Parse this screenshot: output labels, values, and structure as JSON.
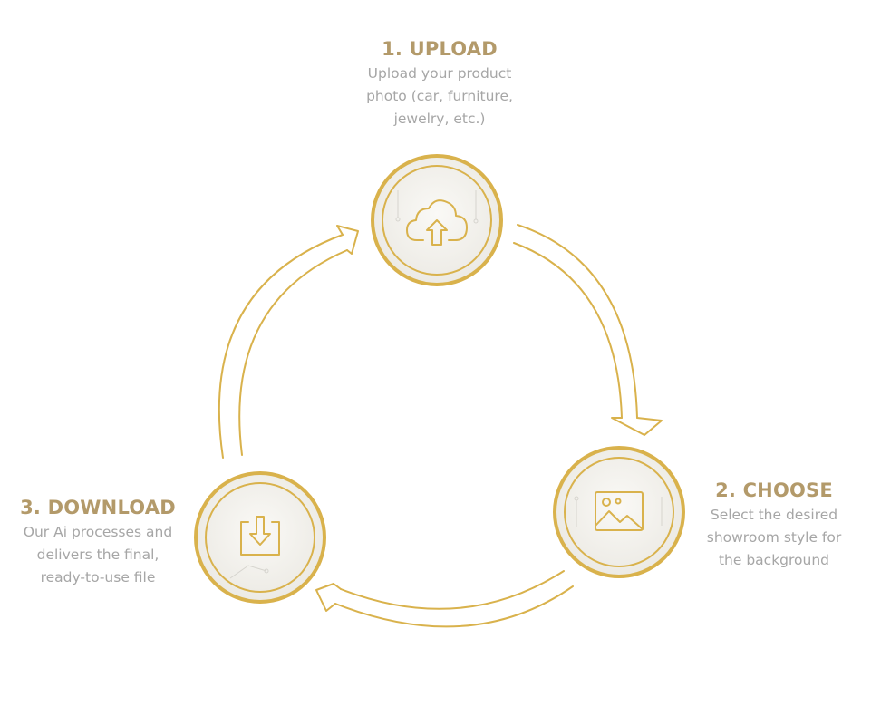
{
  "colors": {
    "gold": "#D9B24C",
    "gold_light": "#E9CF83",
    "title": "#B39A6A",
    "description": "#A6A6A6",
    "medallion_fill": "#F3F2EE"
  },
  "steps": [
    {
      "title": "1. UPLOAD",
      "description_lines": [
        "Upload your product",
        "photo (car, furniture,",
        "jewelry, etc.)"
      ],
      "icon": "cloud-upload-icon"
    },
    {
      "title": "2. CHOOSE",
      "description_lines": [
        "Select the desired",
        "showroom style for",
        "the background"
      ],
      "icon": "image-icon"
    },
    {
      "title": "3. DOWNLOAD",
      "description_lines": [
        "Our Ai processes and",
        "delivers the final,",
        "ready-to-use file"
      ],
      "icon": "download-tray-icon"
    }
  ]
}
